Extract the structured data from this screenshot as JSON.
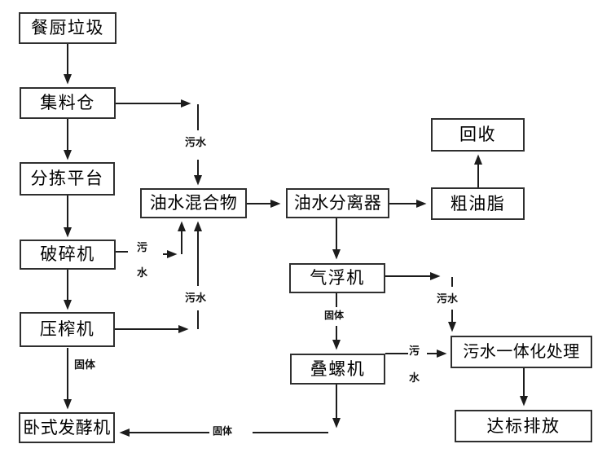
{
  "colors": {
    "background": "#ffffff",
    "line": "#1c1c1c",
    "box_border": "#2f2f2f",
    "text": "#000000"
  },
  "nodes": {
    "kitchen_waste": {
      "label": "餐厨垃圾"
    },
    "collection_bin": {
      "label": "集料仓"
    },
    "sorting_platform": {
      "label": "分拣平台"
    },
    "crusher": {
      "label": "破碎机"
    },
    "press": {
      "label": "压榨机"
    },
    "horizontal_fermenter": {
      "label": "卧式发酵机"
    },
    "oil_water_mixture": {
      "label": "油水混合物"
    },
    "oil_water_separator": {
      "label": "油水分离器"
    },
    "recycle": {
      "label": "回收"
    },
    "crude_grease": {
      "label": "粗油脂"
    },
    "air_flotation": {
      "label": "气浮机"
    },
    "screw_stack_press": {
      "label": "叠螺机"
    },
    "integrated_sewage_treatment": {
      "label": "污水一体化处理"
    },
    "standard_discharge": {
      "label": "达标排放"
    }
  },
  "edge_labels": {
    "sewage": "污水",
    "sewage_vertical": "污\n水",
    "solid": "固体"
  },
  "edges": [
    {
      "from": "餐厨垃圾",
      "to": "集料仓",
      "label": ""
    },
    {
      "from": "集料仓",
      "to": "分拣平台",
      "label": ""
    },
    {
      "from": "集料仓",
      "to": "油水混合物",
      "label": "污水"
    },
    {
      "from": "分拣平台",
      "to": "破碎机",
      "label": ""
    },
    {
      "from": "破碎机",
      "to": "压榨机",
      "label": ""
    },
    {
      "from": "破碎机",
      "to": "油水混合物",
      "label": "污水"
    },
    {
      "from": "压榨机",
      "to": "油水混合物",
      "label": "污水"
    },
    {
      "from": "压榨机",
      "to": "卧式发酵机",
      "label": "固体"
    },
    {
      "from": "油水混合物",
      "to": "油水分离器",
      "label": ""
    },
    {
      "from": "油水分离器",
      "to": "粗油脂",
      "label": ""
    },
    {
      "from": "粗油脂",
      "to": "回收",
      "label": ""
    },
    {
      "from": "油水分离器",
      "to": "气浮机",
      "label": ""
    },
    {
      "from": "气浮机",
      "to": "污水一体化处理",
      "label": "污水"
    },
    {
      "from": "气浮机",
      "to": "叠螺机",
      "label": "固体"
    },
    {
      "from": "叠螺机",
      "to": "污水一体化处理",
      "label": "污水"
    },
    {
      "from": "叠螺机",
      "to": "卧式发酵机",
      "label": "固体"
    },
    {
      "from": "污水一体化处理",
      "to": "达标排放",
      "label": ""
    }
  ]
}
